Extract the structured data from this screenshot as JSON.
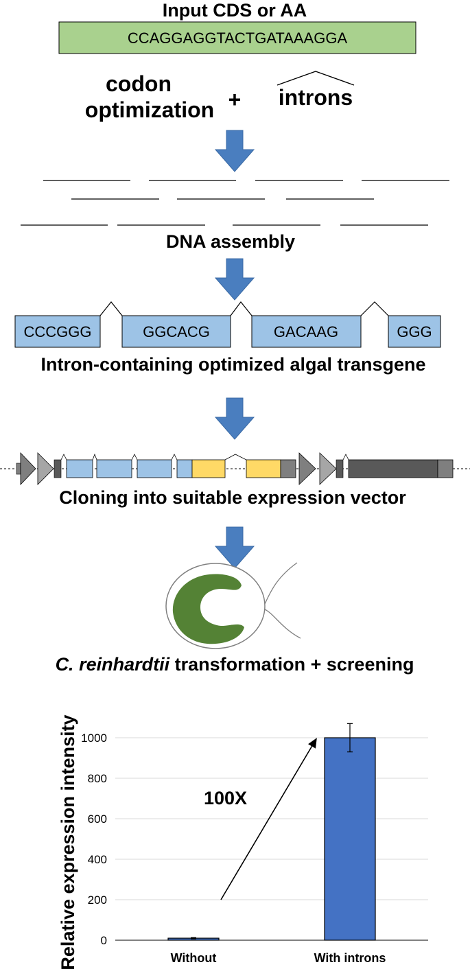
{
  "input": {
    "title": "Input CDS or AA",
    "sequence": "CCAGGAGGTACTGATAAAGGA"
  },
  "step1": {
    "codon_line1": "codon",
    "codon_line2": "optimization",
    "plus": "+",
    "introns": "introns"
  },
  "step2": {
    "label": "DNA assembly"
  },
  "transgene": {
    "exons": [
      "CCCGGG",
      "GGCACG",
      "GACAAG",
      "GGG"
    ],
    "label": "Intron-containing optimized algal transgene"
  },
  "vector": {
    "label": "Cloning into suitable expression vector"
  },
  "transformation": {
    "label_italic": "C. reinhardtii",
    "label_rest": " transformation + screening"
  },
  "colors": {
    "input_box": "#a9d18e",
    "exon": "#9dc3e6",
    "yellow": "#ffd966",
    "arrow": "#4a7ebf",
    "bar": "#4472c4",
    "cell": "#548235",
    "dark_grey": "#595959",
    "mid_grey": "#7f7f7f",
    "light_grey": "#a6a6a6"
  },
  "chart_data": {
    "type": "bar",
    "categories": [
      "Without",
      "With introns"
    ],
    "values": [
      10,
      1000
    ],
    "errors": [
      3,
      70
    ],
    "ylabel": "Relative expression intensity",
    "ylim": [
      0,
      1000
    ],
    "yticks": [
      0,
      200,
      400,
      600,
      800,
      1000
    ],
    "annotation": "100X",
    "grid": true
  }
}
